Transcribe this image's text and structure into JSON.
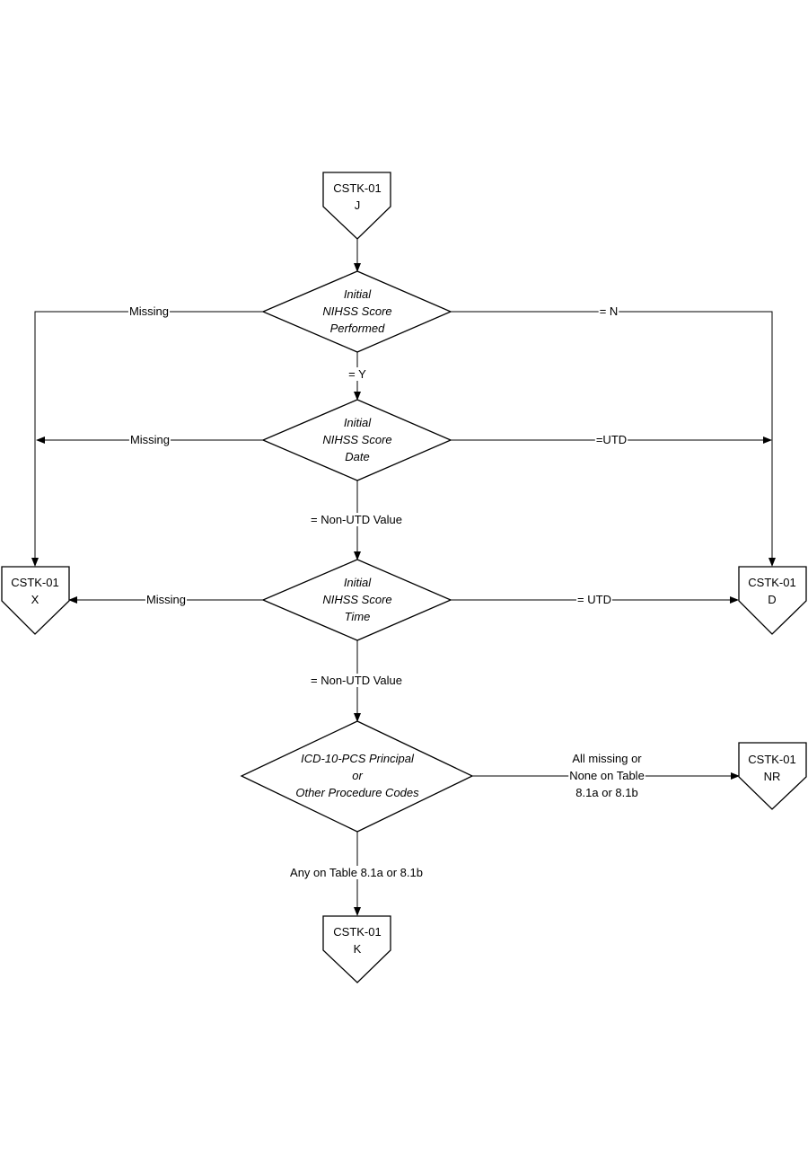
{
  "connectors": {
    "top_j": [
      "CSTK-01",
      "J"
    ],
    "left_x": [
      "CSTK-01",
      "X"
    ],
    "right_d": [
      "CSTK-01",
      "D"
    ],
    "right_nr": [
      "CSTK-01",
      "NR"
    ],
    "bottom_k": [
      "CSTK-01",
      "K"
    ]
  },
  "decisions": {
    "performed": [
      "Initial",
      "NIHSS Score",
      "Performed"
    ],
    "date": [
      "Initial",
      "NIHSS Score",
      "Date"
    ],
    "time": [
      "Initial",
      "NIHSS Score",
      "Time"
    ],
    "procedure": [
      "ICD-10-PCS Principal",
      "or",
      "Other Procedure Codes"
    ]
  },
  "edge_labels": {
    "performed_missing": "Missing",
    "performed_n": "= N",
    "performed_y": "= Y",
    "date_missing": "Missing",
    "date_utd": "=UTD",
    "date_value": "= Non-UTD Value",
    "time_missing": "Missing",
    "time_utd": "= UTD",
    "time_value": "= Non-UTD Value",
    "procedure_none": [
      "All missing or",
      "None on Table",
      "8.1a  or  8.1b"
    ],
    "procedure_any": "Any on Table 8.1a  or 8.1b"
  }
}
